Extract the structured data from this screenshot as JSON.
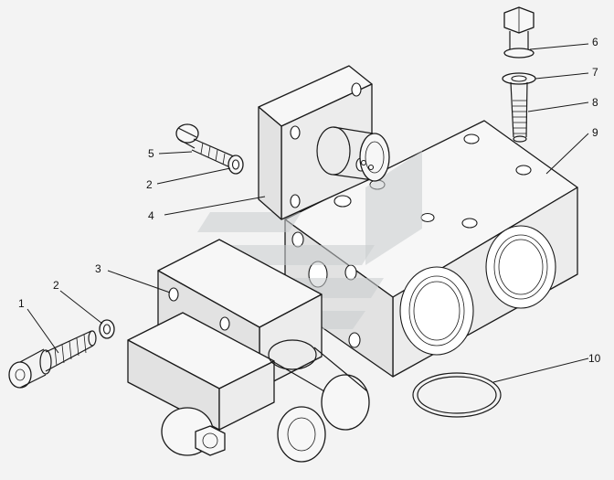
{
  "callouts": [
    {
      "id": "1",
      "label": "1"
    },
    {
      "id": "2a",
      "label": "2"
    },
    {
      "id": "2b",
      "label": "2"
    },
    {
      "id": "3",
      "label": "3"
    },
    {
      "id": "4",
      "label": "4"
    },
    {
      "id": "5",
      "label": "5"
    },
    {
      "id": "6",
      "label": "6"
    },
    {
      "id": "7",
      "label": "7"
    },
    {
      "id": "8",
      "label": "8"
    },
    {
      "id": "9",
      "label": "9"
    },
    {
      "id": "10",
      "label": "10"
    }
  ],
  "colors": {
    "background": "#f3f3f3",
    "line": "#1a1a1a",
    "watermark": "#c9ccce"
  }
}
